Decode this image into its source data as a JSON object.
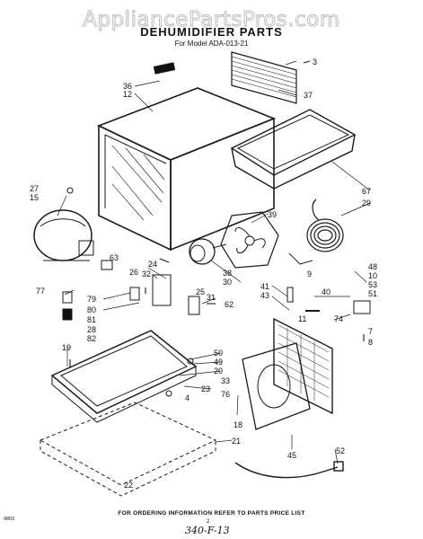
{
  "watermark": "AppliancePartsPros.com",
  "title": "DEHUMIDIFIER PARTS",
  "subtitle": "For Model ADA-013-21",
  "footer_note": "FOR ORDERING INFORMATION REFER TO PARTS PRICE LIST",
  "doc_code": "9803",
  "page_number": "2",
  "handwritten_ref": "340-F-13",
  "callouts": [
    "36",
    "12",
    "3",
    "37",
    "67",
    "29",
    "39",
    "27",
    "15",
    "63",
    "24",
    "26",
    "32",
    "38",
    "30",
    "9",
    "48",
    "10",
    "53",
    "51",
    "41",
    "43",
    "40",
    "77",
    "79",
    "80",
    "81",
    "28",
    "82",
    "25",
    "31",
    "62",
    "11",
    "74",
    "7",
    "8",
    "19",
    "50",
    "49",
    "20",
    "23",
    "4",
    "33",
    "76",
    "18",
    "21",
    "45",
    "22",
    "52"
  ]
}
